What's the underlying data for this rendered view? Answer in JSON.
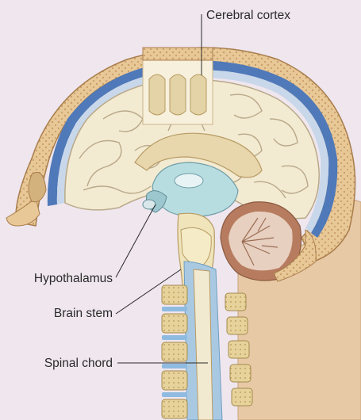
{
  "labels": {
    "cerebral_cortex": "Cerebral cortex",
    "hypothalamus": "Hypothalamus",
    "brain_stem": "Brain stem",
    "spinal_chord": "Spinal chord"
  },
  "colors": {
    "background": "#efe6ee",
    "skull_outer": "#e9c897",
    "bone_spongy": "#d7b483",
    "meninges_blue": "#4f79b8",
    "meninges_light": "#c9d7ea",
    "cortex_fill": "#f3ead2",
    "cortex_line": "#b9a989",
    "corpus_callosum": "#e8d6ac",
    "thalamus": "#b8dde0",
    "ventricle": "#7fb3c0",
    "brainstem": "#f0e4bb",
    "cerebellum": "#e7d0c0",
    "cerebellum_outer": "#b77c5f",
    "spinal_cord": "#f2ead0",
    "csf_blue": "#a9c9e3",
    "vertebra": "#e6d29a",
    "disc": "#8fbbe0",
    "leader": "#2a2a2a"
  }
}
